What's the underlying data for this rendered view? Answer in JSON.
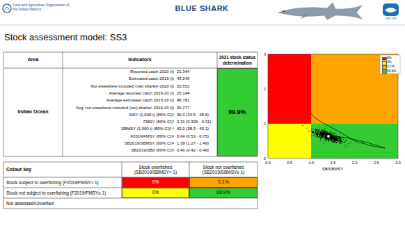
{
  "diagram": {
    "title": "BLUE SHARK",
    "nodes": [
      {
        "text": [
          "99.9%"
        ]
      },
      {
        "text": [
          "0%"
        ]
      },
      {
        "text": [
          "0.1%"
        ]
      },
      {
        "text": [
          "0%"
        ]
      },
      {
        "text": [
          "99.9%"
        ]
      }
    ],
    "labels": [
      "Food and Agriculture Organization of the United Nations",
      "iotc ctoi",
      "Stock assessment model: SS3",
      "Area",
      "Indicators",
      "2021 stock status determination",
      "Indian Ocean",
      "Reported catch 2020 (t)",
      "Estimated catch 2019 (t)",
      "Not elsewhere included (nei) sharks¹ 2020 (t)",
      "Average reported catch 2016-20 (t)",
      "Average estimated catch 2015-19 (t)",
      "Avg. not elsewhere included (nei) sharks¹ 2016-20 (t)",
      "MSY (1,000 t) (80% CI)²",
      "FMSY (80% CI)²",
      "SBMSY (1,000 t) (80% CI)²,³",
      "F2019/FMSY (80% CI)²",
      "SB2019/SBMSY (80% CI)²",
      "SB2019/SB0 (80% CI)²",
      "21,344",
      "43,240",
      "20,552",
      "25,144",
      "48,781",
      "30,277",
      "36.0 (33.5 - 38.6)",
      "0.31 (0.306 - 0.31)",
      "42.0 (38.9 - 45.1)",
      "0.64 (0.53 - 0.75)",
      "1.39 (1.27 - 1.49)",
      "0.46 (0.42 - 0.49)",
      "Colour key",
      "Stock overfished (SB2019/SBMSY< 1)",
      "Stock not overfished (SB2019/SBMSY≥ 1)",
      "Stock subject to overfishing (F2019/FMSY> 1)",
      "Stock not subject to overfishing (F2019/FMSY≤ 1)",
      "Not assessed/Uncertain",
      "0.0",
      "0.5",
      "1.0",
      "1.5",
      "2.0",
      "2.5",
      "3.0",
      "0",
      "1",
      "2",
      "3",
      "SB/SBMSY"
    ],
    "legend": [
      {
        "text": "0%",
        "color": "#ff0000"
      },
      {
        "text": "0%",
        "color": "#ffff00"
      },
      {
        "text": "0.1%",
        "color": "#ffa500"
      },
      {
        "text": "99.9%",
        "color": "#33cc33"
      }
    ]
  }
}
